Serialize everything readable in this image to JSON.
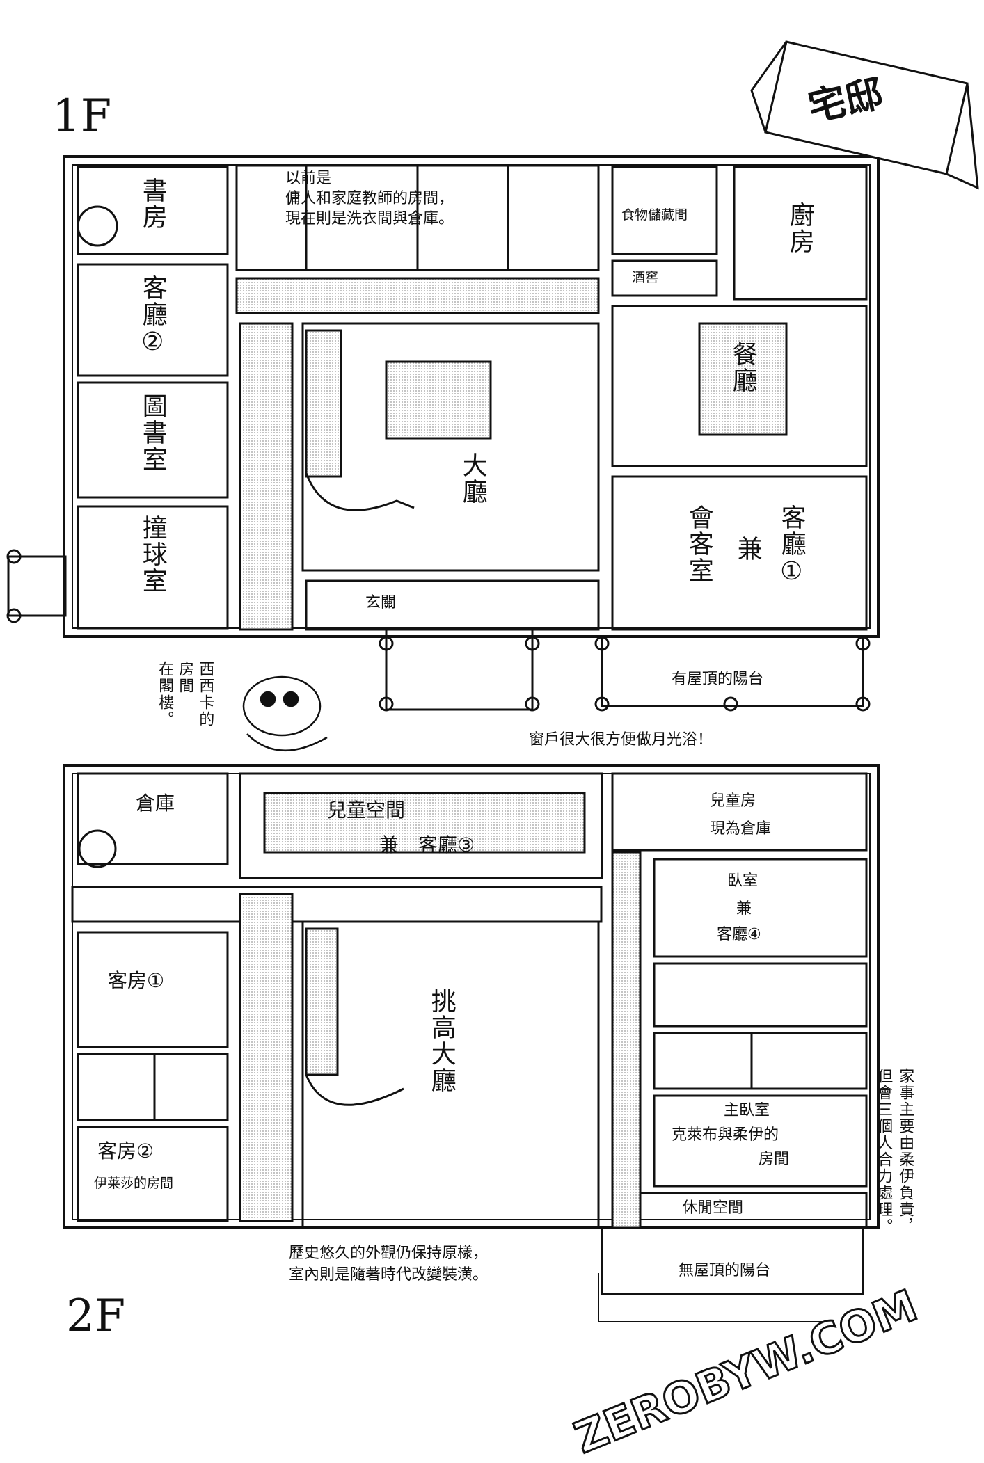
{
  "title_banner": "宅邸",
  "floors": {
    "first": "1F",
    "second": "2F"
  },
  "rooms_1f": {
    "study": "書房",
    "parlor2": "客廳②",
    "library": "圖書室",
    "billiard": "撞球室",
    "servants_note": [
      "以前是",
      "傭人和家庭教師的房間，",
      "現在則是洗衣間與倉庫。"
    ],
    "pantry": "食物儲藏間",
    "wine_cellar": "酒窖",
    "kitchen": "廚房",
    "dining": "餐廳",
    "hall": "大廳",
    "reception_a": "會客室",
    "reception_b": "兼",
    "reception_c": "客廳①",
    "entrance": "玄關",
    "covered_terrace": "有屋頂的陽台"
  },
  "rooms_2f": {
    "storage": "倉庫",
    "kids_space": "兒童空間",
    "kids_space_sub": "兼　客廳③",
    "kids_room": "兒童房",
    "kids_room_sub": "現為倉庫",
    "bedroom": "臥室",
    "bedroom_and": "兼",
    "bedroom_sub": "客廳④",
    "guest1": "客房①",
    "guest2": "客房②",
    "guest2_sub": "伊莱莎的房間",
    "atrium": "挑高大廳",
    "master": "主臥室",
    "master_sub": "克萊布與柔伊的",
    "master_sub2": "房間",
    "lounge": "休閒空間",
    "open_terrace": "無屋頂的陽台"
  },
  "notes": {
    "attic": [
      "西西卡的",
      "房間",
      "在閣樓。"
    ],
    "moon": "窗戶很大很方便做月光浴！",
    "history": [
      "歷史悠久的外觀仍保持原樣，",
      "室內則是隨著時代改變裝潢。"
    ],
    "chores": [
      "家事主要由柔伊負責，",
      "但會三個人合力處理。"
    ]
  },
  "watermark": "ZEROBYW.COM"
}
